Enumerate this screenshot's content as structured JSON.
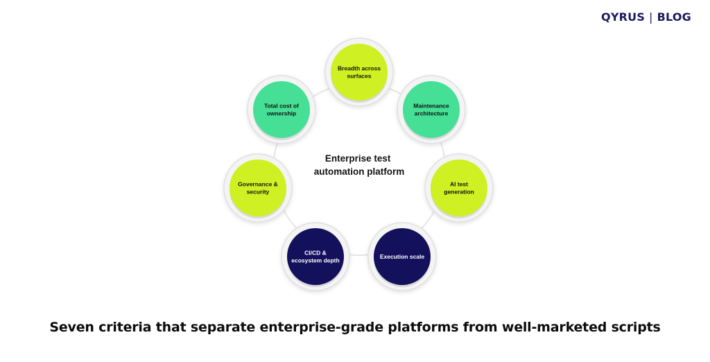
{
  "brand": {
    "logo_text": "QYRUS",
    "separator": "|",
    "section": "BLOG"
  },
  "diagram": {
    "center_lines": [
      "Enterprise test",
      "automation platform"
    ],
    "nodes": [
      {
        "id": "breadth",
        "lines": [
          "Breadth across",
          "surfaces"
        ],
        "color": "#cff022",
        "text_color": "#111111"
      },
      {
        "id": "maintenance",
        "lines": [
          "Maintenance",
          "architecture"
        ],
        "color": "#45e095",
        "text_color": "#111111"
      },
      {
        "id": "ai-test",
        "lines": [
          "AI test",
          "generation"
        ],
        "color": "#cff022",
        "text_color": "#111111"
      },
      {
        "id": "execution",
        "lines": [
          "Execution scale"
        ],
        "color": "#13105c",
        "text_color": "#ffffff"
      },
      {
        "id": "cicd",
        "lines": [
          "CI/CD &",
          "ecosystem depth"
        ],
        "color": "#13105c",
        "text_color": "#ffffff"
      },
      {
        "id": "governance",
        "lines": [
          "Governance &",
          "security"
        ],
        "color": "#cff022",
        "text_color": "#111111"
      },
      {
        "id": "tco",
        "lines": [
          "Total cost of",
          "ownership"
        ],
        "color": "#45e095",
        "text_color": "#111111"
      }
    ]
  },
  "caption": "Seven criteria that separate enterprise-grade platforms from well-marketed scripts"
}
